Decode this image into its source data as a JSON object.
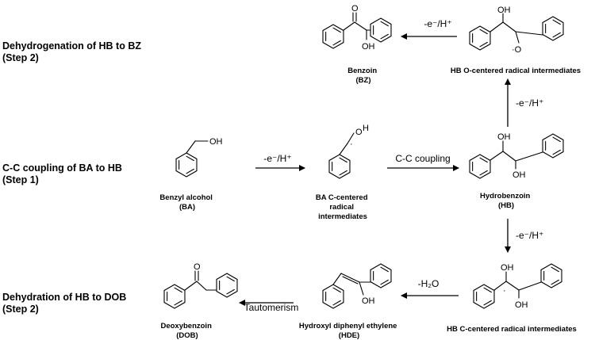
{
  "step_labels": {
    "bz": [
      "Dehydrogenation of HB to BZ",
      "(Step 2)"
    ],
    "hb": [
      "C-C coupling of BA to HB",
      "(Step 1)"
    ],
    "dob": [
      "Dehydration of HB to DOB",
      "(Step 2)"
    ]
  },
  "compounds": {
    "ba": [
      "Benzyl alcohol",
      "(BA)"
    ],
    "ba_radical": [
      "BA C-centered",
      "radical",
      "intermediates"
    ],
    "hb": [
      "Hydrobenzoin",
      "(HB)"
    ],
    "hb_o_radical": [
      "HB O-centered radical intermediates"
    ],
    "bz": [
      "Benzoin",
      "(BZ)"
    ],
    "hb_c_radical": [
      "HB C-centered radical intermediates"
    ],
    "hde": [
      "Hydroxyl diphenyl ethylene",
      "(HDE)"
    ],
    "dob": [
      "Deoxybenzoin",
      "(DOB)"
    ]
  },
  "arrows": {
    "ox1": "-e⁻/H⁺",
    "ox2": "-e⁻/H⁺",
    "ox3": "-e⁻/H⁺",
    "ox4": "-e⁻/H⁺",
    "coupling": "C-C coupling",
    "dehydration": "-H₂O",
    "tautomerism": "Tautomerism"
  },
  "atoms": {
    "oh": "OH",
    "o": "O",
    "o_radical": "·O",
    "radical_dot": "·"
  }
}
